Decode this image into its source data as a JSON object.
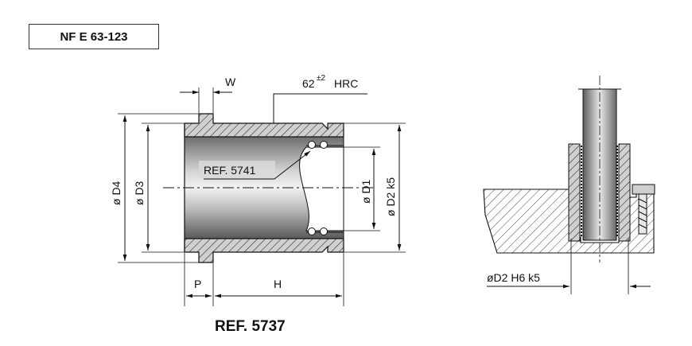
{
  "standard": "NF E 63-123",
  "reference": "REF. 5737",
  "hardness": {
    "base": "62",
    "tolerance": "±2",
    "unit": "HRC"
  },
  "inner_reference": "REF. 5741",
  "dimensions": {
    "w": "W",
    "d4": "ø D4",
    "d3": "ø D3",
    "d1": "ø D1",
    "d2": "ø D2 k5",
    "p": "P",
    "h": "H"
  },
  "fit_label": "øD2  H6  k5"
}
